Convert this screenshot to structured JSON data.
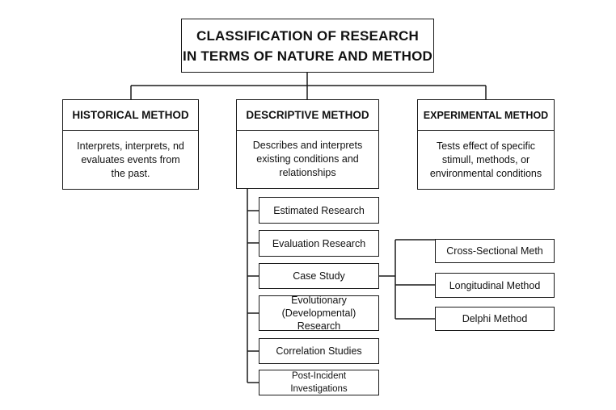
{
  "title": {
    "line1": "CLASSIFICATION OF RESEARCH",
    "line2": "IN TERMS OF NATURE AND METHOD"
  },
  "methods": [
    {
      "heading": "HISTORICAL METHOD",
      "description": "Interprets, interprets, nd evaluates events from the past."
    },
    {
      "heading": "DESCRIPTIVE METHOD",
      "description": "Describes and interprets existing conditions and relationships"
    },
    {
      "heading": "EXPERIMENTAL METHOD",
      "description": "Tests effect of specific stimull, methods, or environmental conditions"
    }
  ],
  "descriptive_types": [
    "Estimated Research",
    "Evaluation Research",
    "Case Study",
    "Evolutionary (Developmental) Research",
    "Correlation Studies",
    "Post-Incident Investigations"
  ],
  "case_study_types": [
    "Cross-Sectional Meth",
    "Longitudinal Method",
    "Delphi Method"
  ]
}
